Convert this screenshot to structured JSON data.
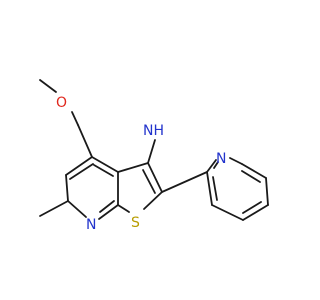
{
  "molecule": {
    "atoms": [
      {
        "id": "O",
        "text": "O",
        "color": "#e0281e"
      },
      {
        "id": "NH",
        "text": "NH",
        "color": "#2233cc"
      },
      {
        "id": "N1",
        "text": "N",
        "color": "#2233cc"
      },
      {
        "id": "S",
        "text": "S",
        "color": "#b89d00"
      },
      {
        "id": "N2",
        "text": "N",
        "color": "#2233cc"
      }
    ],
    "bond_color": "#1a1a1a"
  }
}
